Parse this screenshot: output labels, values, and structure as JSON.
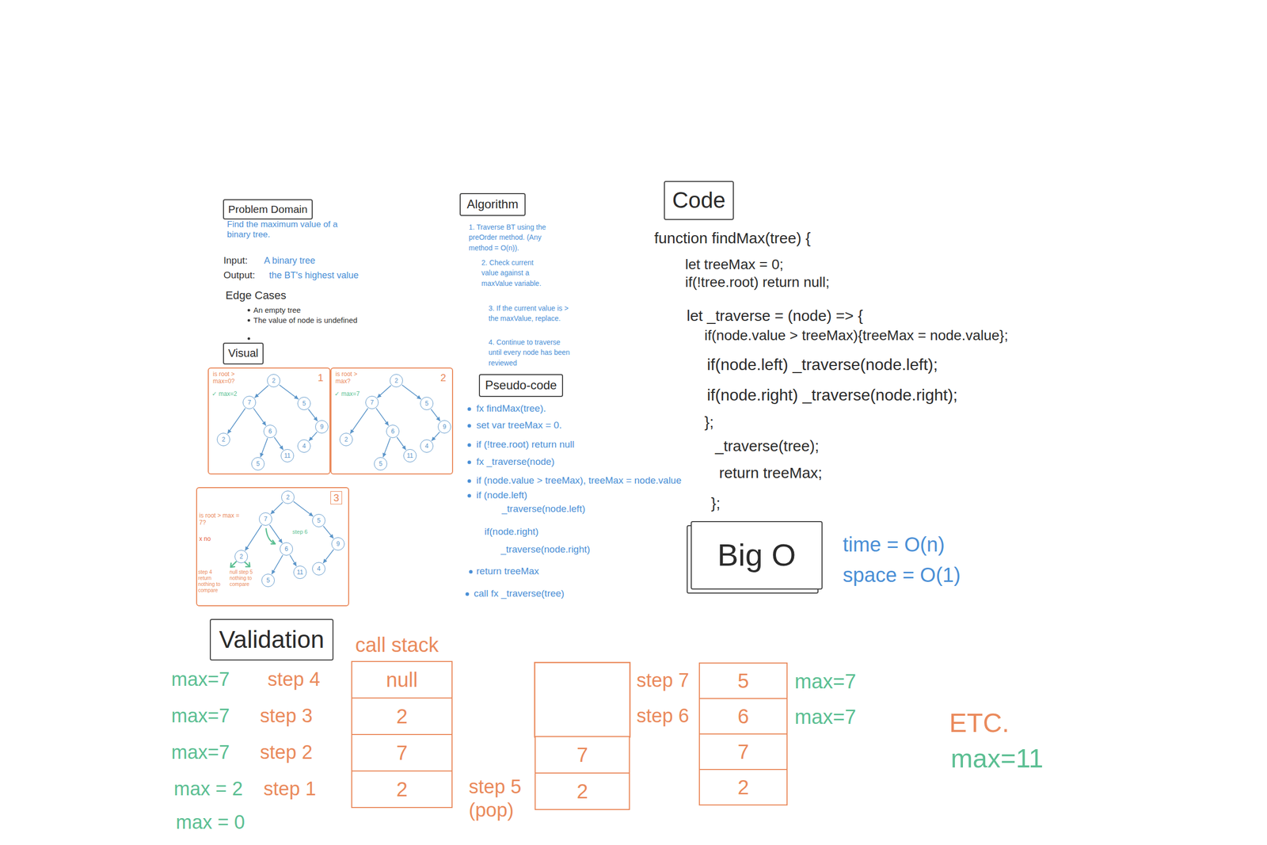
{
  "diagram": {
    "nodes": [
      {
        "text": [
          "Problem Domain"
        ]
      },
      {
        "text": [
          "Visual"
        ]
      },
      {
        "text": [
          "1"
        ]
      },
      {
        "text": [
          "2"
        ],
        "in": 2
      },
      {
        "text": [
          "7"
        ],
        "in": 2
      },
      {
        "text": [
          "5"
        ],
        "in": 2
      },
      {
        "text": [
          "2"
        ],
        "in": 2
      },
      {
        "text": [
          "6"
        ],
        "in": 2
      },
      {
        "text": [
          "9"
        ],
        "in": 2
      },
      {
        "text": [
          "5"
        ],
        "in": 2
      },
      {
        "text": [
          "11"
        ],
        "in": 2
      },
      {
        "text": [
          "4"
        ],
        "in": 2
      },
      {
        "text": [
          "2"
        ]
      },
      {
        "text": [
          "2"
        ],
        "in": 12
      },
      {
        "text": [
          "7"
        ],
        "in": 12
      },
      {
        "text": [
          "5"
        ],
        "in": 12
      },
      {
        "text": [
          "2"
        ],
        "in": 12
      },
      {
        "text": [
          "6"
        ],
        "in": 12
      },
      {
        "text": [
          "9"
        ],
        "in": 12
      },
      {
        "text": [
          "5"
        ],
        "in": 12
      },
      {
        "text": [
          "11"
        ],
        "in": 12
      },
      {
        "text": [
          "4"
        ],
        "in": 12
      },
      {
        "text": [
          "3"
        ]
      },
      {
        "text": [
          "2"
        ],
        "in": 22
      },
      {
        "text": [
          "7"
        ],
        "in": 22
      },
      {
        "text": [
          "5"
        ],
        "in": 22
      },
      {
        "text": [
          "2"
        ],
        "in": 22
      },
      {
        "text": [
          "6"
        ],
        "in": 22
      },
      {
        "text": [
          "9"
        ],
        "in": 22
      },
      {
        "text": [
          "5"
        ],
        "in": 22
      },
      {
        "text": [
          "11"
        ],
        "in": 22
      },
      {
        "text": [
          "4"
        ],
        "in": 22
      },
      {
        "text": [
          "Algorithm"
        ]
      },
      {
        "text": [
          "Pseudo-code"
        ]
      },
      {
        "text": [
          "Code"
        ]
      },
      {
        "text": [
          "Big O"
        ]
      },
      {
        "text": [
          "Validation"
        ]
      },
      {
        "text": [
          "null"
        ]
      },
      {
        "text": [
          "2"
        ]
      },
      {
        "text": [
          "7"
        ]
      },
      {
        "text": [
          "2"
        ]
      },
      {
        "text": [
          "7"
        ]
      },
      {
        "text": [
          "2"
        ]
      },
      {
        "text": [
          "5"
        ]
      },
      {
        "text": [
          "6"
        ]
      },
      {
        "text": [
          "7"
        ]
      },
      {
        "text": [
          "2"
        ]
      }
    ],
    "edges": [
      {
        "from": 3,
        "to": 4,
        "arrow": "to"
      },
      {
        "from": 3,
        "to": 5,
        "arrow": "to"
      },
      {
        "from": 4,
        "to": 6,
        "arrow": "to"
      },
      {
        "from": 4,
        "to": 7,
        "arrow": "to"
      },
      {
        "from": 7,
        "to": 9,
        "arrow": "to"
      },
      {
        "from": 7,
        "to": 10,
        "arrow": "to"
      },
      {
        "from": 5,
        "to": 8,
        "arrow": "to"
      },
      {
        "from": 8,
        "to": 11,
        "arrow": "to"
      },
      {
        "from": 13,
        "to": 14,
        "arrow": "to"
      },
      {
        "from": 13,
        "to": 15,
        "arrow": "to"
      },
      {
        "from": 14,
        "to": 16,
        "arrow": "to"
      },
      {
        "from": 14,
        "to": 17,
        "arrow": "to"
      },
      {
        "from": 17,
        "to": 19,
        "arrow": "to"
      },
      {
        "from": 17,
        "to": 20,
        "arrow": "to"
      },
      {
        "from": 15,
        "to": 18,
        "arrow": "to"
      },
      {
        "from": 18,
        "to": 21,
        "arrow": "to"
      },
      {
        "from": 23,
        "to": 24,
        "arrow": "to"
      },
      {
        "from": 23,
        "to": 25,
        "arrow": "to"
      },
      {
        "from": 24,
        "to": 26,
        "arrow": "to"
      },
      {
        "from": 24,
        "to": 27,
        "arrow": "to"
      },
      {
        "from": 27,
        "to": 29,
        "arrow": "to"
      },
      {
        "from": 27,
        "to": 30,
        "arrow": "to"
      },
      {
        "from": 25,
        "to": 28,
        "arrow": "to"
      },
      {
        "from": 28,
        "to": 31,
        "arrow": "to"
      }
    ],
    "labels": [
      "Find the maximum value of a binary tree.",
      "Input:",
      "A binary tree",
      "Output:",
      "the BT's highest value",
      "Edge Cases",
      "An empty tree",
      "The value of node is undefined",
      "is root > max=0?",
      "✓ max=2",
      "is root > max?",
      "✓ max=7",
      "is root > max = 7?",
      "x no",
      "step 6",
      "step 4 return nothing to compare",
      "null step 5 nothing to compare",
      "1. Traverse BT using the preOrder method. (Any method = O(n)).",
      "2. Check current value against a maxValue variable.",
      "3. If the current value is > the maxValue, replace.",
      "4. Continue to traverse until every node has been reviewed",
      "fx findMax(tree).",
      "set var treeMax = 0.",
      "if (!tree.root) return null",
      "fx _traverse(node)",
      "if (node.value > treeMax), treeMax = node.value",
      "if (node.left)",
      "_traverse(node.left)",
      "if(node.right)",
      "_traverse(node.right)",
      "return treeMax",
      "call fx _traverse(tree)",
      "function findMax(tree) {",
      "let treeMax = 0;",
      "if(!tree.root) return null;",
      "let _traverse = (node) => {",
      "if(node.value > treeMax){treeMax = node.value};",
      "if(node.left) _traverse(node.left);",
      "if(node.right) _traverse(node.right);",
      "};",
      "_traverse(tree);",
      "return treeMax;",
      "};",
      "time = O(n)",
      "space = O(1)",
      "call stack",
      "max=7",
      "step 4",
      "max=7",
      "step 3",
      "max=7",
      "step 2",
      "max = 2",
      "step 1",
      "max = 0",
      "step 5 (pop)",
      "step 7",
      "max=7",
      "step 6",
      "max=7",
      "ETC.",
      "max=11"
    ]
  }
}
